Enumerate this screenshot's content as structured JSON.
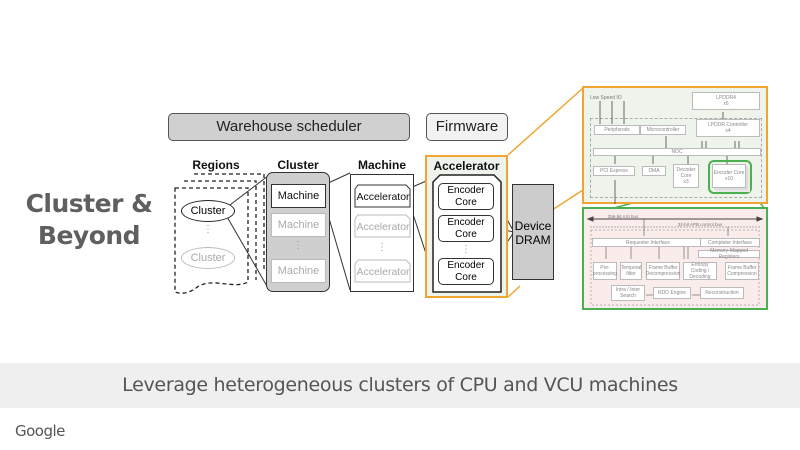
{
  "slide": {
    "title": "Cluster & Beyond",
    "title_line1": "Cluster &",
    "title_line2": "Beyond",
    "caption": "Leverage heterogeneous clusters of CPU and VCU machines",
    "logo": "Google"
  },
  "top_bar": {
    "scheduler": "Warehouse scheduler",
    "firmware": "Firmware"
  },
  "columns": {
    "regions": {
      "header": "Regions",
      "items": [
        "Cluster",
        "Cluster"
      ],
      "ellipsis": "⋮"
    },
    "cluster": {
      "header": "Cluster",
      "items": [
        "Machine",
        "Machine",
        "Machine"
      ],
      "ellipsis": "⋮"
    },
    "machine": {
      "header": "Machine",
      "items": [
        "Accelerator",
        "Accelerator",
        "Accelerator"
      ],
      "ellipsis": "⋮"
    },
    "accelerator": {
      "header": "Accelerator",
      "items": [
        "Encoder Core",
        "Encoder Core",
        "Encoder Core"
      ],
      "ellipsis": "⋮"
    },
    "dram": {
      "label_line1": "Device",
      "label_line2": "DRAM"
    }
  },
  "soc_diagram": {
    "low_speed_io": "Low Speed IO",
    "lpddr4": "LPDDR4",
    "lpddr4_count": "x6",
    "peripherals": "Peripherals",
    "microcontroller": "Microcontroller",
    "lpddr_controller": "LPDDR Controller",
    "lpddr_controller_count": "x4",
    "noc": "NOC",
    "pci_express": "PCI Express",
    "dma": "DMA",
    "decoder_core": "Decoder Core",
    "decoder_count": "x3",
    "encoder_core": "Encoder Core",
    "encoder_count": "x10"
  },
  "encoder_diagram": {
    "axi_bus": "256-bit AXI bus",
    "apb_bus": "32-bit APB control bus",
    "requester_interface": "Requester Interface",
    "completer_interface": "Completer Interface",
    "mmr": "Memory-Mapped Registers",
    "preprocessing": "Pre-processing",
    "temporal_filter": "Temporal filter",
    "fb_decompression": "Frame Buffer Decompression",
    "entropy": "Entropy Coding / Decoding",
    "fb_compression": "Frame Buffer Compression",
    "intra_inter": "Intra / Inter Search",
    "rdo_engine": "RDO Engine",
    "reconstruction": "Reconstruction"
  },
  "colors": {
    "orange": "#f2a431",
    "green": "#4caf50",
    "soc_bg": "#eef4ec",
    "encoder_bg": "#fbecec",
    "gray_fill": "#cccccc"
  }
}
